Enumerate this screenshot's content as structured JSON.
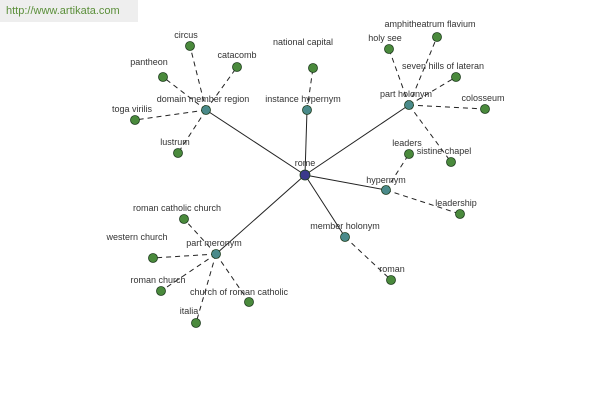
{
  "watermark": "http://www.artikata.com",
  "colors": {
    "center_node": "#3a3a8c",
    "relation_node": "#4a8a8a",
    "leaf_node": "#4a8a3c",
    "node_stroke": "#1e3d1e",
    "edge": "#222222"
  },
  "graph": {
    "center": {
      "id": "rome",
      "label": "rome"
    },
    "relations": [
      {
        "id": "domain-member-region",
        "label": "domain member region",
        "terms": [
          "circus",
          "catacomb",
          "pantheon",
          "toga virilis",
          "lustrum"
        ]
      },
      {
        "id": "instance-hypernym",
        "label": "instance hypernym",
        "terms": [
          "national capital"
        ]
      },
      {
        "id": "part-holonym",
        "label": "part holonym",
        "terms": [
          "holy see",
          "amphitheatrum flavium",
          "seven hills of lateran",
          "colosseum",
          "sistine chapel"
        ]
      },
      {
        "id": "hypernym",
        "label": "hypernym",
        "terms": [
          "leaders",
          "leadership"
        ]
      },
      {
        "id": "member-holonym",
        "label": "member holonym",
        "terms": [
          "roman"
        ]
      },
      {
        "id": "part-meronym",
        "label": "part meronym",
        "terms": [
          "roman catholic church",
          "western church",
          "roman church",
          "italia",
          "church of roman catholic"
        ]
      }
    ]
  }
}
